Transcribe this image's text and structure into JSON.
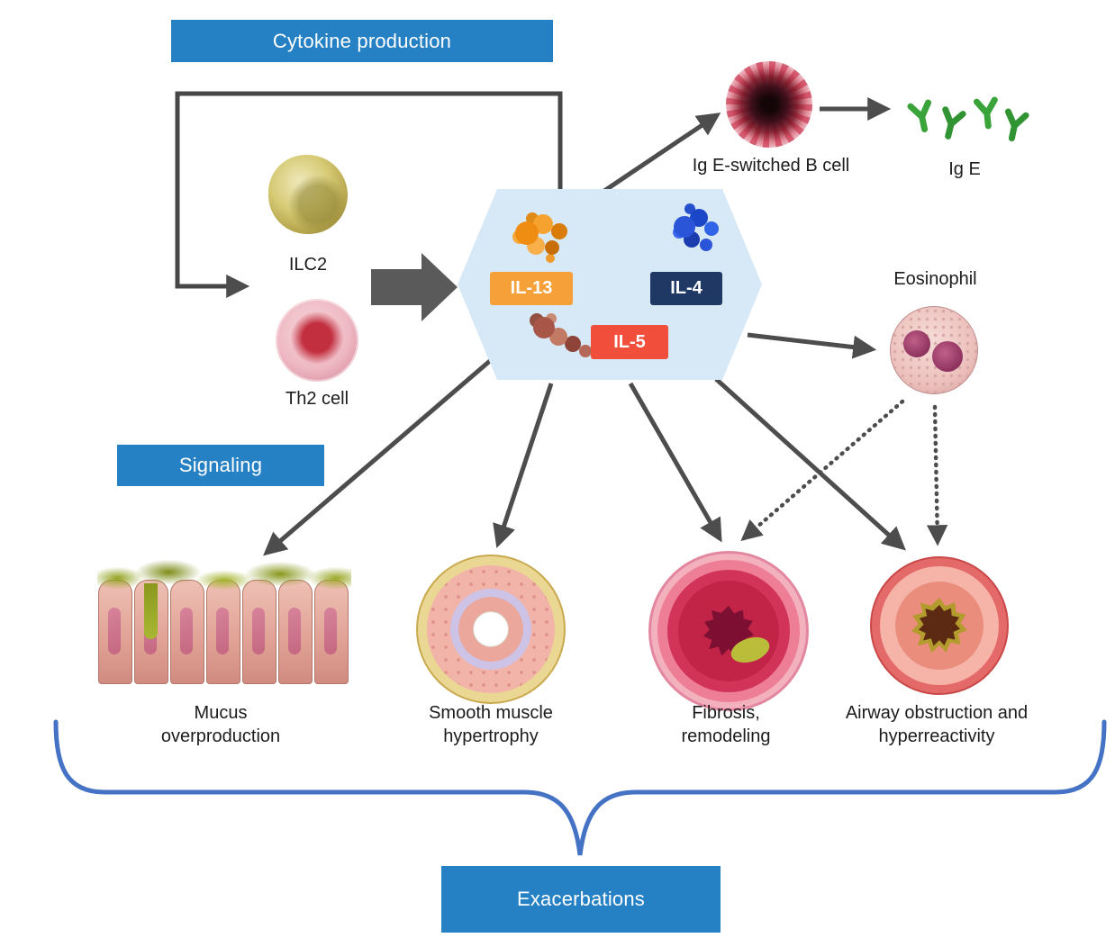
{
  "title_boxes": {
    "cytokine_production": "Cytokine production",
    "signaling": "Signaling",
    "exacerbations": "Exacerbations"
  },
  "cells": {
    "ilc2": "ILC2",
    "th2": "Th2 cell",
    "ige_switched_b_cell": "Ig E-switched B cell",
    "ige": "Ig E",
    "eosinophil": "Eosinophil"
  },
  "cytokines": {
    "il13": "IL-13",
    "il4": "IL-4",
    "il5": "IL-5"
  },
  "outcomes": {
    "mucus": "Mucus overproduction",
    "smooth_muscle": "Smooth muscle hypertrophy",
    "fibrosis": "Fibrosis, remodeling",
    "airway": "Airway obstruction and hyperreactivity"
  },
  "colors": {
    "header_blue": "#2581c4",
    "hexagon_fill": "#d7e9f7",
    "il13_badge": "#f6a03a",
    "il4_badge": "#1f3864",
    "il5_badge": "#f14f3b",
    "arrow_gray": "#4d4d4d",
    "brace_blue": "#4472c4"
  }
}
